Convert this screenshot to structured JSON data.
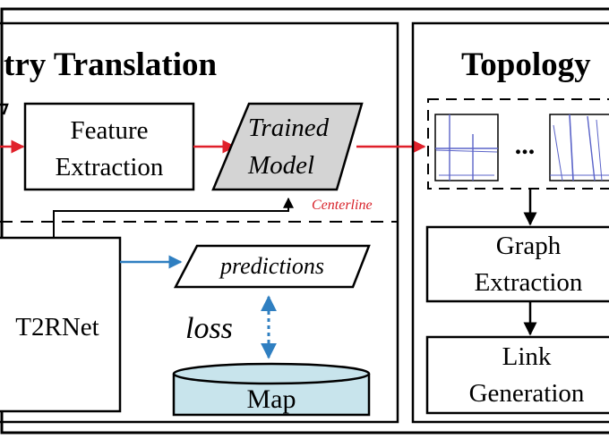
{
  "panels": {
    "left_title": "try Translation",
    "right_title": "Topology"
  },
  "nodes": {
    "feature_extraction": {
      "line1": "Feature",
      "line2": "Extraction"
    },
    "trained_model": {
      "line1": "Trained",
      "line2": "Model"
    },
    "centerline_label": "Centerline",
    "ellipsis": "...",
    "t2rnet": "T2RNet",
    "predictions": "predictions",
    "loss": "loss",
    "map": "Map",
    "graph_extraction": {
      "line1": "Graph",
      "line2": "Extraction"
    },
    "link_generation": {
      "line1": "Link",
      "line2": "Generation"
    }
  },
  "colors": {
    "red_arrow": "#e0202a",
    "blue_arrow": "#2f7fc1",
    "centerline_text": "#d8222a",
    "model_fill": "#d4d4d4",
    "map_fill": "#c8e4ec",
    "thumbnail_line": "#5a63c8"
  }
}
